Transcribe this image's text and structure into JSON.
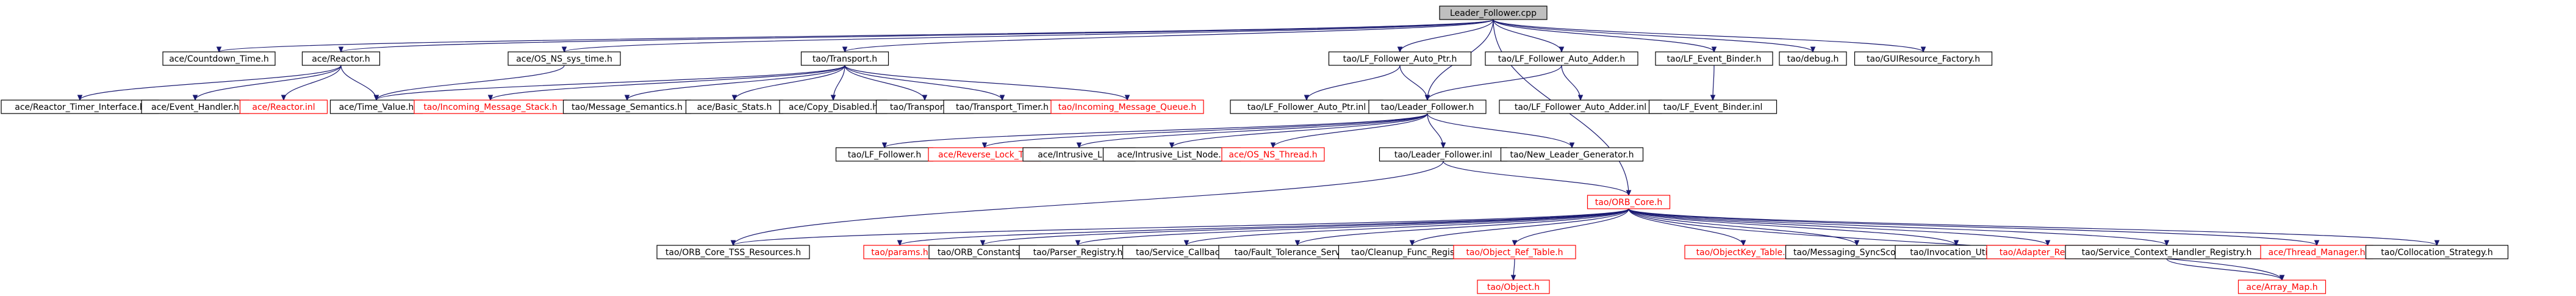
{
  "diagram": {
    "kind": "include-dependency-graph",
    "colors": {
      "root_fill": "#bfbfbf",
      "node_border": "#000000",
      "missing_border": "#ff0000",
      "missing_text": "#ff0000",
      "edge": "#191970",
      "background": "#ffffff"
    },
    "nodes": [
      {
        "id": "n0",
        "label": "Leader_Follower.cpp",
        "status": "root"
      },
      {
        "id": "n1",
        "label": "ace/Countdown_Time.h",
        "status": "normal"
      },
      {
        "id": "n2",
        "label": "ace/Reactor.h",
        "status": "normal"
      },
      {
        "id": "n3",
        "label": "ace/OS_NS_sys_time.h",
        "status": "normal"
      },
      {
        "id": "n4",
        "label": "tao/Transport.h",
        "status": "normal"
      },
      {
        "id": "n5",
        "label": "tao/LF_Follower_Auto_Ptr.h",
        "status": "normal"
      },
      {
        "id": "n6",
        "label": "tao/LF_Follower_Auto_Adder.h",
        "status": "normal"
      },
      {
        "id": "n7",
        "label": "tao/LF_Event_Binder.h",
        "status": "normal"
      },
      {
        "id": "n8",
        "label": "tao/debug.h",
        "status": "normal"
      },
      {
        "id": "n9",
        "label": "tao/GUIResource_Factory.h",
        "status": "normal"
      },
      {
        "id": "n10",
        "label": "ace/Reactor_Timer_Interface.h",
        "status": "normal"
      },
      {
        "id": "n11",
        "label": "ace/Event_Handler.h",
        "status": "normal"
      },
      {
        "id": "n12",
        "label": "ace/Reactor.inl",
        "status": "missing"
      },
      {
        "id": "n13",
        "label": "ace/Time_Value.h",
        "status": "normal"
      },
      {
        "id": "n14",
        "label": "tao/Incoming_Message_Stack.h",
        "status": "missing"
      },
      {
        "id": "n15",
        "label": "tao/Message_Semantics.h",
        "status": "normal"
      },
      {
        "id": "n16",
        "label": "ace/Basic_Stats.h",
        "status": "normal"
      },
      {
        "id": "n17",
        "label": "ace/Copy_Disabled.h",
        "status": "normal"
      },
      {
        "id": "n18",
        "label": "tao/Transport.inl",
        "status": "normal"
      },
      {
        "id": "n19",
        "label": "tao/Transport_Timer.h",
        "status": "normal"
      },
      {
        "id": "n20",
        "label": "tao/Incoming_Message_Queue.h",
        "status": "missing"
      },
      {
        "id": "n21",
        "label": "tao/LF_Follower_Auto_Ptr.inl",
        "status": "normal"
      },
      {
        "id": "n22",
        "label": "tao/Leader_Follower.h",
        "status": "normal"
      },
      {
        "id": "n23",
        "label": "tao/LF_Follower_Auto_Adder.inl",
        "status": "normal"
      },
      {
        "id": "n24",
        "label": "tao/LF_Event_Binder.inl",
        "status": "normal"
      },
      {
        "id": "n25",
        "label": "tao/LF_Follower.h",
        "status": "normal"
      },
      {
        "id": "n26",
        "label": "ace/Reverse_Lock_T.h",
        "status": "missing"
      },
      {
        "id": "n27",
        "label": "ace/Intrusive_List.h",
        "status": "normal"
      },
      {
        "id": "n28",
        "label": "ace/Intrusive_List_Node.h",
        "status": "normal"
      },
      {
        "id": "n29",
        "label": "ace/OS_NS_Thread.h",
        "status": "missing"
      },
      {
        "id": "n30",
        "label": "tao/Leader_Follower.inl",
        "status": "normal"
      },
      {
        "id": "n31",
        "label": "tao/New_Leader_Generator.h",
        "status": "normal"
      },
      {
        "id": "n32",
        "label": "tao/ORB_Core.h",
        "status": "missing"
      },
      {
        "id": "n33",
        "label": "tao/ORB_Core_TSS_Resources.h",
        "status": "normal"
      },
      {
        "id": "n34",
        "label": "tao/params.h",
        "status": "missing"
      },
      {
        "id": "n35",
        "label": "tao/ORB_Constants.h",
        "status": "normal"
      },
      {
        "id": "n36",
        "label": "tao/Parser_Registry.h",
        "status": "normal"
      },
      {
        "id": "n37",
        "label": "tao/Service_Callbacks.h",
        "status": "normal"
      },
      {
        "id": "n38",
        "label": "tao/Fault_Tolerance_Service.h",
        "status": "normal"
      },
      {
        "id": "n39",
        "label": "tao/Cleanup_Func_Registry.h",
        "status": "normal"
      },
      {
        "id": "n40",
        "label": "tao/Object_Ref_Table.h",
        "status": "missing"
      },
      {
        "id": "n41",
        "label": "tao/ObjectKey_Table.h",
        "status": "missing"
      },
      {
        "id": "n42",
        "label": "tao/Messaging_SyncScopeC.h",
        "status": "normal"
      },
      {
        "id": "n43",
        "label": "tao/Invocation_Utils.h",
        "status": "normal"
      },
      {
        "id": "n44",
        "label": "tao/Adapter_Registry.h",
        "status": "missing"
      },
      {
        "id": "n45",
        "label": "tao/Service_Context_Handler_Registry.h",
        "status": "normal"
      },
      {
        "id": "n46",
        "label": "ace/Thread_Manager.h",
        "status": "missing"
      },
      {
        "id": "n47",
        "label": "tao/Collocation_Strategy.h",
        "status": "normal"
      },
      {
        "id": "n48",
        "label": "tao/Object.h",
        "status": "missing"
      },
      {
        "id": "n49",
        "label": "ace/Array_Map.h",
        "status": "missing"
      }
    ],
    "edges": [
      [
        "n0",
        "n1"
      ],
      [
        "n0",
        "n2"
      ],
      [
        "n0",
        "n3"
      ],
      [
        "n0",
        "n4"
      ],
      [
        "n0",
        "n5"
      ],
      [
        "n0",
        "n6"
      ],
      [
        "n0",
        "n7"
      ],
      [
        "n0",
        "n8"
      ],
      [
        "n0",
        "n9"
      ],
      [
        "n0",
        "n22"
      ],
      [
        "n0",
        "n32"
      ],
      [
        "n2",
        "n10"
      ],
      [
        "n2",
        "n11"
      ],
      [
        "n2",
        "n12"
      ],
      [
        "n2",
        "n13"
      ],
      [
        "n3",
        "n13"
      ],
      [
        "n4",
        "n13"
      ],
      [
        "n4",
        "n14"
      ],
      [
        "n4",
        "n15"
      ],
      [
        "n4",
        "n16"
      ],
      [
        "n4",
        "n17"
      ],
      [
        "n4",
        "n18"
      ],
      [
        "n4",
        "n19"
      ],
      [
        "n4",
        "n20"
      ],
      [
        "n5",
        "n21"
      ],
      [
        "n5",
        "n22"
      ],
      [
        "n6",
        "n22"
      ],
      [
        "n6",
        "n23"
      ],
      [
        "n7",
        "n24"
      ],
      [
        "n22",
        "n25"
      ],
      [
        "n22",
        "n26"
      ],
      [
        "n22",
        "n27"
      ],
      [
        "n22",
        "n28"
      ],
      [
        "n22",
        "n29"
      ],
      [
        "n22",
        "n30"
      ],
      [
        "n22",
        "n31"
      ],
      [
        "n30",
        "n32"
      ],
      [
        "n30",
        "n33"
      ],
      [
        "n32",
        "n33"
      ],
      [
        "n32",
        "n34"
      ],
      [
        "n32",
        "n35"
      ],
      [
        "n32",
        "n36"
      ],
      [
        "n32",
        "n37"
      ],
      [
        "n32",
        "n38"
      ],
      [
        "n32",
        "n39"
      ],
      [
        "n32",
        "n40"
      ],
      [
        "n32",
        "n41"
      ],
      [
        "n32",
        "n42"
      ],
      [
        "n32",
        "n43"
      ],
      [
        "n32",
        "n44"
      ],
      [
        "n32",
        "n45"
      ],
      [
        "n32",
        "n46"
      ],
      [
        "n32",
        "n47"
      ],
      [
        "n32",
        "n49"
      ],
      [
        "n40",
        "n48"
      ],
      [
        "n45",
        "n49"
      ]
    ]
  }
}
